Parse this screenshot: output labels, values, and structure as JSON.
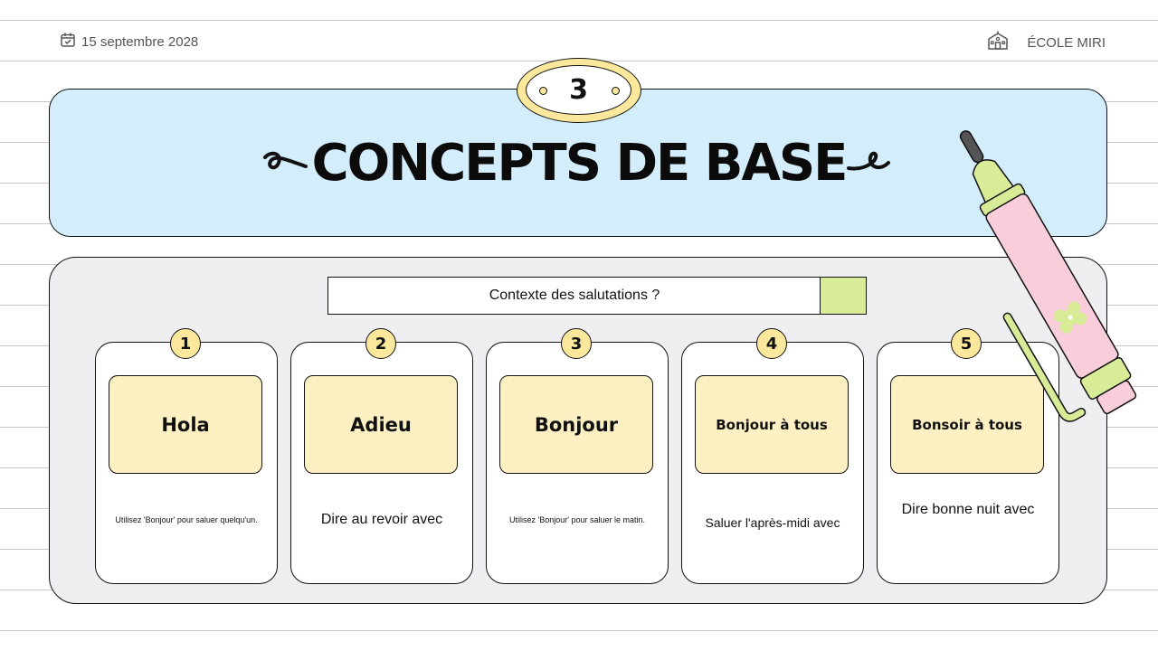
{
  "header": {
    "date": "15 septembre 2028",
    "school": "ÉCOLE MIRI",
    "section_number": "3",
    "title": "CONCEPTS DE BASE"
  },
  "question": "Contexte des salutations ?",
  "cards": [
    {
      "num": "1",
      "term": "Hola",
      "desc": "Utilisez 'Bonjour' pour saluer quelqu'un."
    },
    {
      "num": "2",
      "term": "Adieu",
      "desc": "Dire au revoir avec"
    },
    {
      "num": "3",
      "term": "Bonjour",
      "desc": "Utilisez 'Bonjour' pour saluer le matin."
    },
    {
      "num": "4",
      "term": "Bonjour à tous",
      "desc": "Saluer l'après-midi avec"
    },
    {
      "num": "5",
      "term": "Bonsoir à tous",
      "desc": "Dire bonne nuit avec"
    }
  ],
  "icons": {
    "date": "calendar-icon",
    "school": "school-building-icon",
    "decoration": "pen-illustration"
  },
  "colors": {
    "header_bg": "#d4edfb",
    "panel_bg": "#efeff1",
    "badge": "#fbe89c",
    "term_box": "#fdf1c4",
    "accent_green": "#d8eb97",
    "pen_pink": "#f9cdd9"
  }
}
